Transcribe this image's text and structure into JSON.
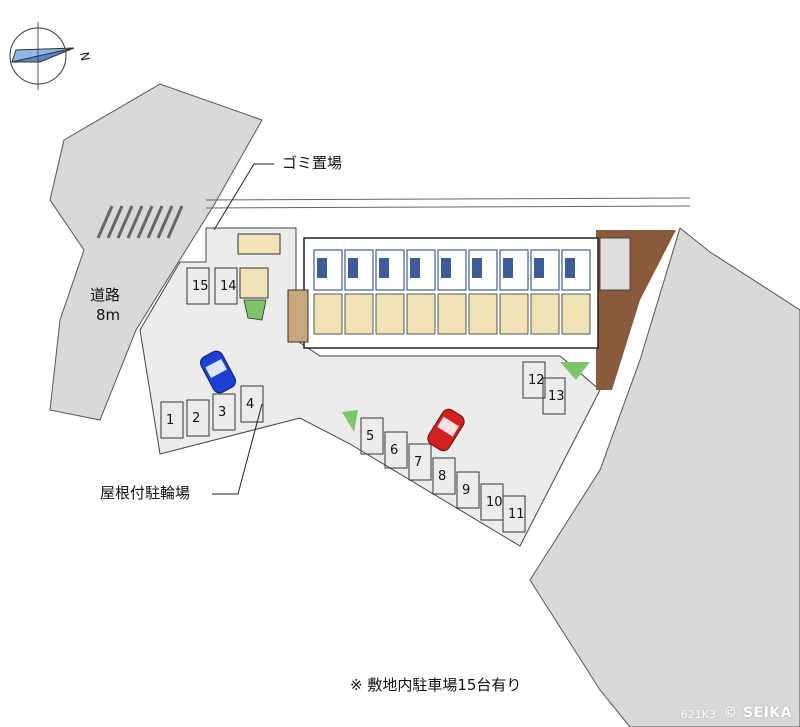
{
  "labels": {
    "garbage": "ゴミ置場",
    "road": "道路",
    "road_width": "8m",
    "bike_parking": "屋根付駐輪場",
    "note": "※ 敷地内駐車場15台有り",
    "compass_letter": "N",
    "watermark": "SEIKA",
    "watermark_code": "621K3"
  },
  "parking_spaces": [
    "1",
    "2",
    "3",
    "4",
    "5",
    "6",
    "7",
    "8",
    "9",
    "10",
    "11",
    "12",
    "13",
    "14",
    "15"
  ],
  "colors": {
    "road": "#d9d9d9",
    "lot": "#ececec",
    "building_floor": "#f1e3b8",
    "stair_area": "#8a5a3c",
    "green": "#7ec46a",
    "unit_blue": "#3b5e9a",
    "car_blue": "#1c3fd6",
    "car_red": "#d02020"
  },
  "icons": {
    "compass": "compass-icon",
    "car_blue": "car-icon",
    "car_red": "car-icon",
    "watermark": "copyright-icon"
  }
}
